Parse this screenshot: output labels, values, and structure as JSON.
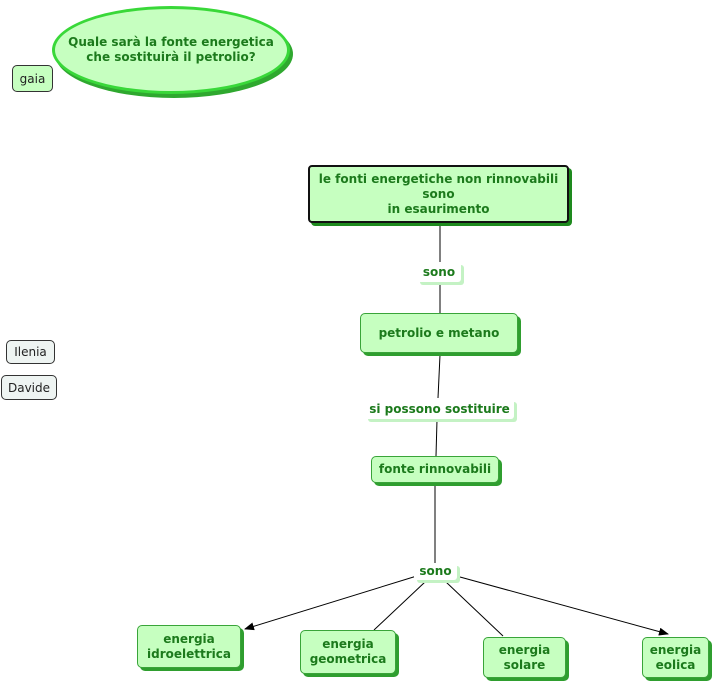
{
  "question": "Quale sarà la fonte energetica\nche sostituirà il petrolio?",
  "people": [
    "gaia",
    "Ilenia",
    "Davide"
  ],
  "concepts": {
    "non_renewable": "le fonti energetiche non rinnovabili\nsono\nin esaurimento",
    "oil_gas": "petrolio e metano",
    "renewable": "fonte rinnovabili",
    "hydro": "energia\nidroelettrica",
    "geo": "energia\ngeometrica",
    "solar": "energia\nsolare",
    "wind": "energia\neolica"
  },
  "link_words": {
    "sono_1": "sono",
    "replace": "si possono sostituire",
    "sono_2": "sono"
  },
  "colors": {
    "concept_fill": "#c6ffc0",
    "text_green": "#1c7a1c",
    "ellipse_border": "#39d839"
  }
}
